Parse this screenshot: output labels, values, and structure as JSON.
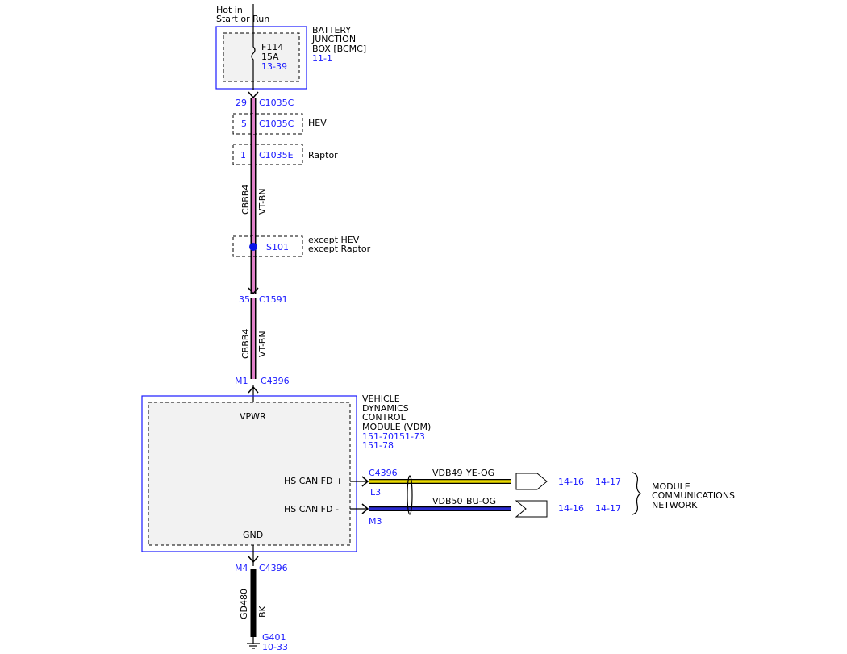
{
  "colors": {
    "accent_blue": "#1a1aff",
    "wire_vt_bn": "#e080c8",
    "wire_ye_og": "#e8d800",
    "wire_bu_og": "#2a2ad0",
    "wire_bk": "#000000",
    "module_fill": "#f2f2f2",
    "splice_dot": "#0a14e6"
  },
  "supply": {
    "hot_line1": "Hot in",
    "hot_line2": "Start or Run"
  },
  "bjb": {
    "name_line1": "BATTERY",
    "name_line2": "JUNCTION",
    "name_line3": "BOX [BCMC]",
    "ref": "11-1",
    "fuse_id": "F114",
    "fuse_rating": "15A",
    "fuse_ref": "13-39"
  },
  "connectors": {
    "c1035c_pin": "29",
    "c1035c_name": "C1035C",
    "hev_pin": "5",
    "hev_name": "C1035C",
    "hev_label": "HEV",
    "raptor_pin": "1",
    "raptor_name": "C1035E",
    "raptor_label": "Raptor",
    "c1591_pin": "35",
    "c1591_name": "C1591",
    "c4396_pin": "M1",
    "c4396_name": "C4396",
    "gnd_pin": "M4",
    "gnd_name": "C4396",
    "can_conn": "C4396",
    "can_plus_pin": "L3",
    "can_minus_pin": "M3"
  },
  "splice": {
    "name": "S101",
    "label_line1": "except HEV",
    "label_line2": "except Raptor"
  },
  "wires": {
    "pwr_circuit": "CBBB4",
    "pwr_color": "VT-BN",
    "can_plus_circuit": "VDB49",
    "can_plus_color": "YE-OG",
    "can_minus_circuit": "VDB50",
    "can_minus_color": "BU-OG",
    "gnd_circuit": "GD480",
    "gnd_color": "BK"
  },
  "module": {
    "name_line1": "VEHICLE",
    "name_line2": "DYNAMICS",
    "name_line3": "CONTROL",
    "name_line4": "MODULE (VDM)",
    "ref_line1": "151-70151-73",
    "ref_line2": "151-78",
    "pin_vpwr": "VPWR",
    "pin_can_plus": "HS CAN FD +",
    "pin_can_minus": "HS CAN FD -",
    "pin_gnd": "GND"
  },
  "network": {
    "plus_ref1": "14-16",
    "plus_ref2": "14-17",
    "minus_ref1": "14-16",
    "minus_ref2": "14-17",
    "label_line1": "MODULE",
    "label_line2": "COMMUNICATIONS",
    "label_line3": "NETWORK"
  },
  "ground": {
    "name": "G401",
    "ref": "10-33"
  }
}
